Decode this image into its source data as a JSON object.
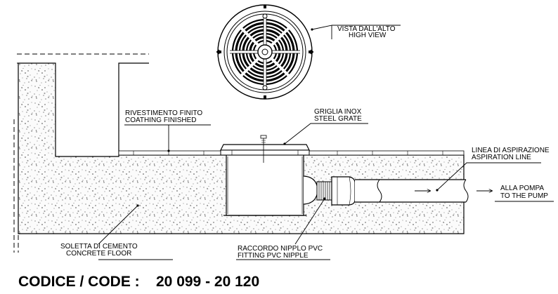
{
  "top_view": {
    "line1": "VISTA DALL'ALTO",
    "line2": "HIGH VIEW"
  },
  "finish": {
    "line1": "RIVESTIMENTO FINITO",
    "line2": "COATHING FINISHED"
  },
  "grate": {
    "line1": "GRIGLIA INOX",
    "line2": "STEEL GRATE"
  },
  "aspiration": {
    "line1": "LINEA DI ASPIRAZIONE",
    "line2": "ASPIRATION LINE"
  },
  "pump": {
    "line1": "ALLA POMPA",
    "line2": "TO THE PUMP"
  },
  "floor": {
    "line1": "SOLETTA DI CEMENTO",
    "line2": "CONCRETE FLOOR"
  },
  "nipple": {
    "line1": "RACCORDO NIPPLO PVC",
    "line2": "FITTING PVC NIPPLE"
  },
  "code": {
    "label": "CODICE / CODE :",
    "value": "20 099 - 20 120"
  }
}
